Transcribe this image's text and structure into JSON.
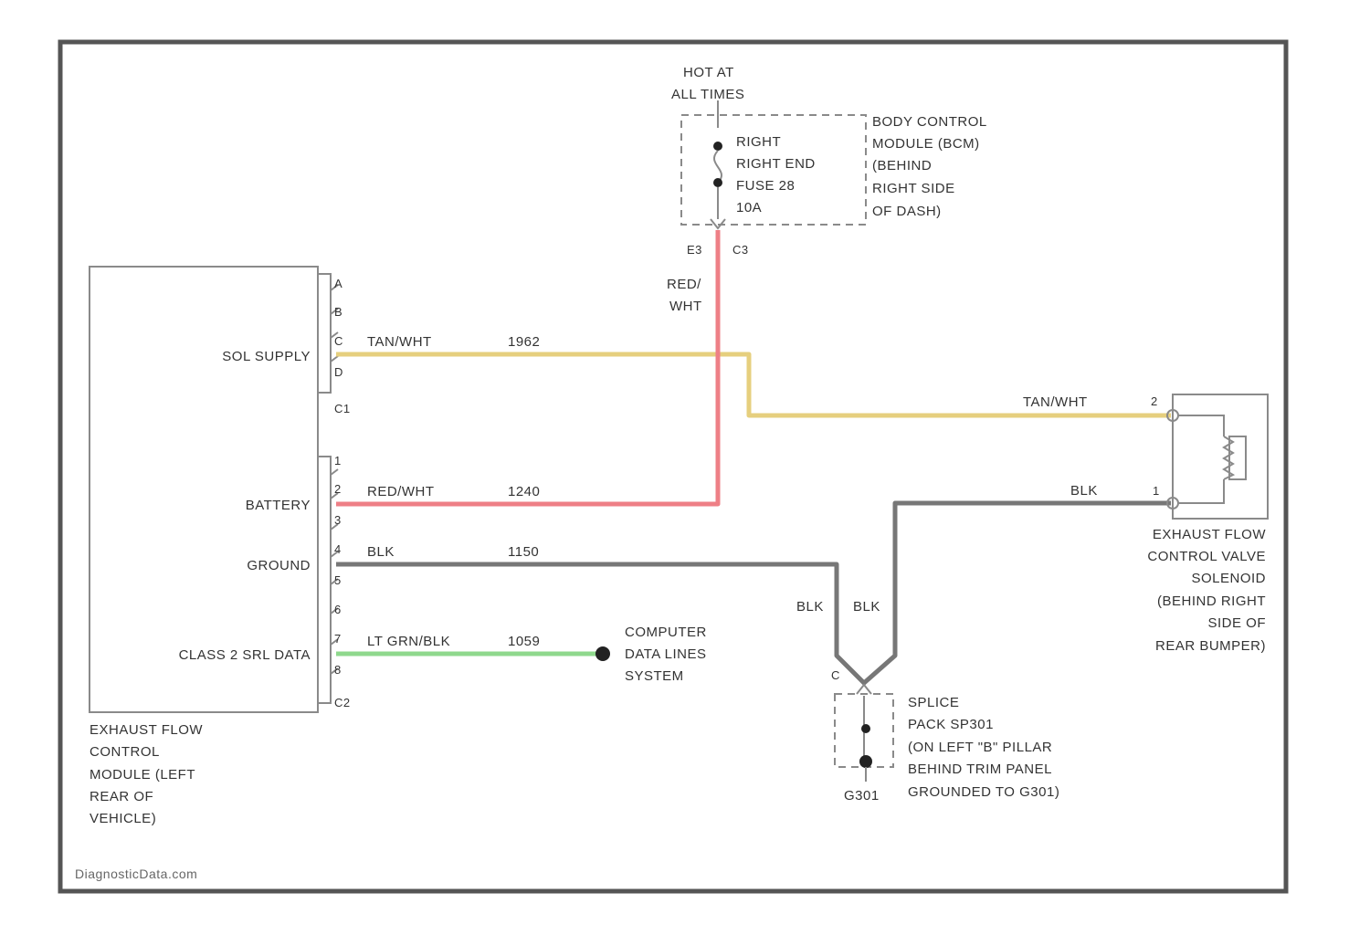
{
  "colors": {
    "frame": "#555555",
    "wire_tan_white": "#e6cf7e",
    "wire_red_white": "#ee7f86",
    "wire_black": "#777777",
    "wire_lt_green_black": "#8fd88d"
  },
  "hot_label": [
    "HOT AT",
    "ALL TIMES"
  ],
  "bcm": {
    "fuse_text": [
      "RIGHT",
      "RIGHT END",
      "FUSE 28",
      "10A"
    ],
    "name": [
      "BODY CONTROL",
      "MODULE (BCM)",
      "(BEHIND",
      "RIGHT SIDE",
      "OF DASH)"
    ],
    "pin": "E3",
    "connector": "C3"
  },
  "wire_red_white_vertical": [
    "RED/",
    "WHT"
  ],
  "module": {
    "pins": [
      "A",
      "B",
      "C",
      "D",
      "C1",
      "1",
      "2",
      "3",
      "4",
      "5",
      "6",
      "7",
      "8",
      "C2"
    ],
    "signals": {
      "sol_supply": "SOL SUPPLY",
      "battery": "BATTERY",
      "ground": "GROUND",
      "data": "CLASS 2 SRL DATA"
    },
    "name": [
      "EXHAUST FLOW",
      "CONTROL",
      "MODULE (LEFT",
      "REAR OF",
      "VEHICLE)"
    ]
  },
  "wires": {
    "tan_white": {
      "color": "TAN/WHT",
      "circuit": "1962"
    },
    "red_white": {
      "color": "RED/WHT",
      "circuit": "1240"
    },
    "black": {
      "color": "BLK",
      "circuit": "1150"
    },
    "data": {
      "color": "LT GRN/BLK",
      "circuit": "1059"
    },
    "tan_white_right": "TAN/WHT",
    "black_right": "BLK",
    "blk_left": "BLK",
    "blk_right": "BLK"
  },
  "computer_data": [
    "COMPUTER",
    "DATA LINES",
    "SYSTEM"
  ],
  "valve": {
    "pin_upper": "2",
    "pin_lower": "1",
    "name": [
      "EXHAUST FLOW",
      "CONTROL VALVE",
      "SOLENOID",
      "(BEHIND RIGHT",
      "SIDE OF",
      "REAR BUMPER)"
    ]
  },
  "splice": {
    "pin": "C",
    "ground": "G301",
    "name": [
      "SPLICE",
      "PACK SP301",
      "(ON LEFT \"B\" PILLAR",
      "BEHIND TRIM PANEL",
      "GROUNDED TO G301)"
    ]
  },
  "watermark": "DiagnosticData.com"
}
